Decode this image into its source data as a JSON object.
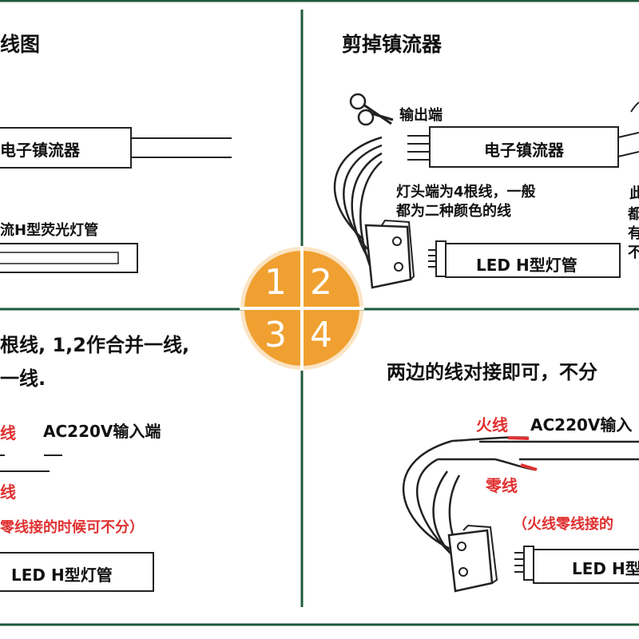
{
  "panels": {
    "p1": {
      "title": "线图",
      "ballast_label": "电子镇流器",
      "tube_label": "流H型荧光灯管"
    },
    "p2": {
      "title": "剪掉镇流器",
      "output_label": "输出端",
      "ballast_label": "电子镇流器",
      "note_line1": "灯头端为4根线，一般",
      "note_line2": "都为二种颜色的线",
      "tube_label": "LED H型灯管",
      "edge_chars": [
        "此",
        "都",
        "有",
        "不"
      ]
    },
    "p3": {
      "line1": "根线, 1,2作合并一线,",
      "line2": "一线.",
      "red_top": "线",
      "red_bottom": "线",
      "input_label": "AC220V输入端",
      "note": "零线接的时候可不分）",
      "tube_label": "LED H型灯管"
    },
    "p4": {
      "title": "两边的线对接即可，不分",
      "live_label": "火线",
      "input_label": "AC220V输入",
      "neutral_label": "零线",
      "note": "（火线零线接的",
      "tube_label": "LED H型"
    }
  },
  "step_numbers": [
    "1",
    "2",
    "3",
    "4"
  ],
  "colors": {
    "frame_green": "#1f5a3c",
    "badge_orange": "#f0a030",
    "badge_light": "#f7c98a",
    "label_red": "#e03030"
  }
}
